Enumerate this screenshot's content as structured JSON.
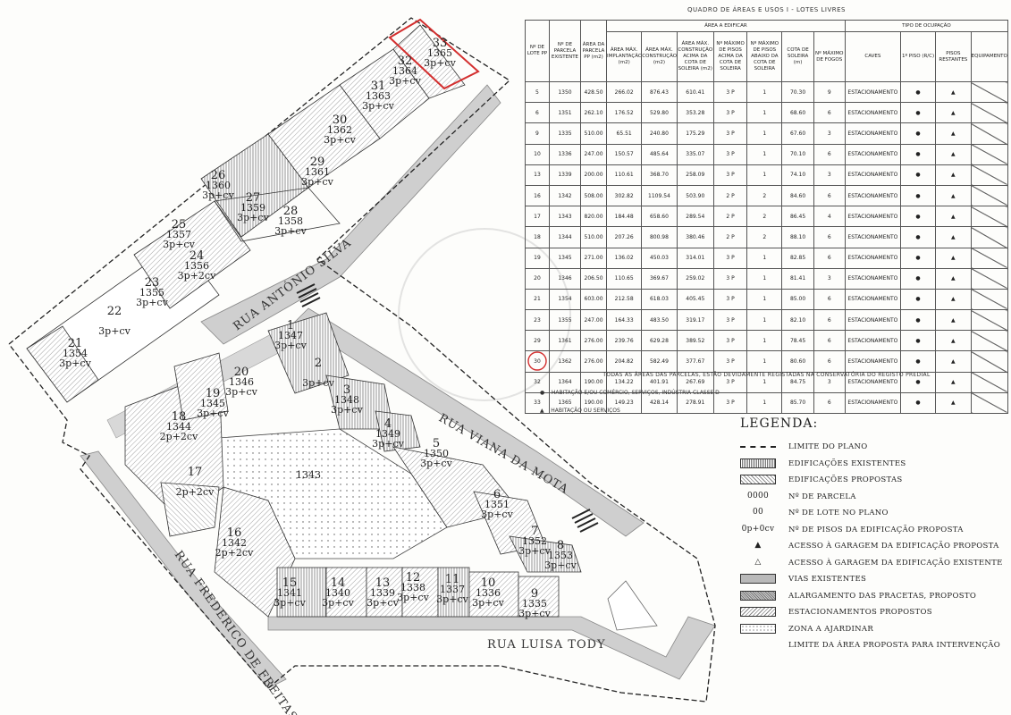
{
  "table": {
    "title": "QUADRO DE ÁREAS E USOS I - LOTES LIVRES",
    "headers": {
      "lote": "Nº DE LOTE PP",
      "parcela": "Nº DE PARCELA EXISTENTE",
      "area_parcela": "ÁREA DA PARCELA PP (m2)",
      "area_edificar": "ÁREA A EDIFICAR",
      "area_implantacao": "ÁREA MÁX. IMPLANTAÇÃO (m2)",
      "area_construcao": "ÁREA MÁX. CONSTRUÇÃO (m2)",
      "area_acima": "ÁREA MÁX. CONSTRUÇÃO ACIMA DA COTA DE SOLEIRA (m2)",
      "pisos_acima": "Nº MÁXIMO DE PISOS ACIMA DA COTA DE SOLEIRA",
      "pisos_abaixo": "Nº MÁXIMO DE PISOS ABAIXO DA COTA DE SOLEIRA",
      "cota": "COTA DE SOLEIRA (m)",
      "fogos": "Nº MÁXIMO DE FOGOS",
      "tipo": "TIPO DE OCUPAÇÃO",
      "caves": "CAVES",
      "piso1": "1º PISO (R/C)",
      "restantes": "PISOS RESTANTES",
      "equipamento": "EQUIPAMENTO"
    },
    "rows": [
      [
        "5",
        "1350",
        "428.50",
        "266.02",
        "876.43",
        "610.41",
        "3 P",
        "1",
        "70.30",
        "9",
        "ESTACIONAMENTO"
      ],
      [
        "6",
        "1351",
        "262.10",
        "176.52",
        "529.80",
        "353.28",
        "3 P",
        "1",
        "68.60",
        "6",
        "ESTACIONAMENTO"
      ],
      [
        "9",
        "1335",
        "510.00",
        "65.51",
        "240.80",
        "175.29",
        "3 P",
        "1",
        "67.60",
        "3",
        "ESTACIONAMENTO"
      ],
      [
        "10",
        "1336",
        "247.00",
        "150.57",
        "485.64",
        "335.07",
        "3 P",
        "1",
        "70.10",
        "6",
        "ESTACIONAMENTO"
      ],
      [
        "13",
        "1339",
        "200.00",
        "110.61",
        "368.70",
        "258.09",
        "3 P",
        "1",
        "74.10",
        "3",
        "ESTACIONAMENTO"
      ],
      [
        "16",
        "1342",
        "508.00",
        "302.82",
        "1109.54",
        "503.90",
        "2 P",
        "2",
        "84.60",
        "6",
        "ESTACIONAMENTO"
      ],
      [
        "17",
        "1343",
        "820.00",
        "184.48",
        "658.60",
        "289.54",
        "2 P",
        "2",
        "86.45",
        "4",
        "ESTACIONAMENTO"
      ],
      [
        "18",
        "1344",
        "510.00",
        "207.26",
        "800.98",
        "380.46",
        "2 P",
        "2",
        "88.10",
        "6",
        "ESTACIONAMENTO"
      ],
      [
        "19",
        "1345",
        "271.00",
        "136.02",
        "450.03",
        "314.01",
        "3 P",
        "1",
        "82.85",
        "6",
        "ESTACIONAMENTO"
      ],
      [
        "20",
        "1346",
        "206.50",
        "110.65",
        "369.67",
        "259.02",
        "3 P",
        "1",
        "81.41",
        "3",
        "ESTACIONAMENTO"
      ],
      [
        "21",
        "1354",
        "603.00",
        "212.58",
        "618.03",
        "405.45",
        "3 P",
        "1",
        "85.00",
        "6",
        "ESTACIONAMENTO"
      ],
      [
        "23",
        "1355",
        "247.00",
        "164.33",
        "483.50",
        "319.17",
        "3 P",
        "1",
        "82.10",
        "6",
        "ESTACIONAMENTO"
      ],
      [
        "29",
        "1361",
        "276.00",
        "239.76",
        "629.28",
        "389.52",
        "3 P",
        "1",
        "78.45",
        "6",
        "ESTACIONAMENTO"
      ],
      [
        "30",
        "1362",
        "276.00",
        "204.82",
        "582.49",
        "377.67",
        "3 P",
        "1",
        "80.60",
        "6",
        "ESTACIONAMENTO"
      ],
      [
        "32",
        "1364",
        "190.00",
        "134.22",
        "401.91",
        "267.69",
        "3 P",
        "1",
        "84.75",
        "3",
        "ESTACIONAMENTO"
      ],
      [
        "33",
        "1365",
        "190.00",
        "149.23",
        "428.14",
        "278.91",
        "3 P",
        "1",
        "85.70",
        "6",
        "ESTACIONAMENTO"
      ]
    ],
    "footer": "TODAS AS ÁREAS DAS PARCELAS, ESTÃO DEVIDAMENTE REGISTADAS NA CONSERVATÓRIA DO REGISTO PREDIAL",
    "note_circle": "HABITAÇÃO E/OU COMÉRCIO, SERVIÇOS, INDÚSTRIA CLASSE D",
    "note_triangle": "HABITAÇÃO OU SERVIÇOS",
    "highlight_color": "#d32f2f"
  },
  "legend": {
    "title": "LEGENDA:",
    "items": [
      {
        "symbol": "",
        "label": "LIMITE DO PLANO"
      },
      {
        "symbol": "",
        "label": "EDIFICAÇÕES EXISTENTES"
      },
      {
        "symbol": "",
        "label": "EDIFICAÇÕES PROPOSTAS"
      },
      {
        "symbol": "0000",
        "label": "Nº DE PARCELA"
      },
      {
        "symbol": "00",
        "label": "Nº DE LOTE NO PLANO"
      },
      {
        "symbol": "0p+0cv",
        "label": "Nº DE PISOS DA EDIFICAÇÃO PROPOSTA"
      },
      {
        "symbol": "▲",
        "label": "ACESSO À GARAGEM DA EDIFICAÇÃO PROPOSTA"
      },
      {
        "symbol": "△",
        "label": "ACESSO À GARAGEM DA EDIFICAÇÃO EXISTENTE"
      },
      {
        "symbol": "",
        "label": "VIAS EXISTENTES"
      },
      {
        "symbol": "",
        "label": "ALARGAMENTO DAS PRACETAS, PROPOSTO"
      },
      {
        "symbol": "",
        "label": "ESTACIONAMENTOS PROPOSTOS"
      },
      {
        "symbol": "",
        "label": "ZONA A AJARDINAR"
      },
      {
        "symbol": "",
        "label": "LIMITE DA ÁREA PROPOSTA PARA INTERVENÇÃO"
      }
    ]
  },
  "plan": {
    "streets": [
      "RUA ANTÓNIO SILVA",
      "RUA VIANA DA MOTA",
      "RUA LUISA TODY",
      "RUA FREDERICO DE FREITAS"
    ],
    "central_parcel": "1343",
    "highlight_color": "#d32f2f",
    "lots": [
      {
        "lot": "33",
        "parcel": "1365",
        "floors": "3p+cv"
      },
      {
        "lot": "32",
        "parcel": "1364",
        "floors": "3p+cv"
      },
      {
        "lot": "31",
        "parcel": "1363",
        "floors": "3p+cv"
      },
      {
        "lot": "30",
        "parcel": "1362",
        "floors": "3p+cv"
      },
      {
        "lot": "29",
        "parcel": "1361",
        "floors": "3p+cv"
      },
      {
        "lot": "28",
        "parcel": "1358",
        "floors": "3p+cv"
      },
      {
        "lot": "27",
        "parcel": "1359",
        "floors": "3p+cv"
      },
      {
        "lot": "26",
        "parcel": "1360",
        "floors": "3p+cv"
      },
      {
        "lot": "25",
        "parcel": "1357",
        "floors": "3p+cv"
      },
      {
        "lot": "24",
        "parcel": "1356",
        "floors": "3p+2cv"
      },
      {
        "lot": "23",
        "parcel": "1355",
        "floors": "3p+cv"
      },
      {
        "lot": "22",
        "parcel": "",
        "floors": "3p+cv"
      },
      {
        "lot": "21",
        "parcel": "1354",
        "floors": "3p+cv"
      },
      {
        "lot": "1",
        "parcel": "1347",
        "floors": "3p+cv"
      },
      {
        "lot": "2",
        "parcel": "",
        "floors": "3p+cv"
      },
      {
        "lot": "3",
        "parcel": "1348",
        "floors": "3p+cv"
      },
      {
        "lot": "4",
        "parcel": "1349",
        "floors": "3p+cv"
      },
      {
        "lot": "5",
        "parcel": "1350",
        "floors": "3p+cv"
      },
      {
        "lot": "6",
        "parcel": "1351",
        "floors": "3p+cv"
      },
      {
        "lot": "7",
        "parcel": "1352",
        "floors": "3p+cv"
      },
      {
        "lot": "8",
        "parcel": "1353",
        "floors": "3p+cv"
      },
      {
        "lot": "20",
        "parcel": "1346",
        "floors": "3p+cv"
      },
      {
        "lot": "19",
        "parcel": "1345",
        "floors": "3p+cv"
      },
      {
        "lot": "18",
        "parcel": "1344",
        "floors": "2p+2cv"
      },
      {
        "lot": "17",
        "parcel": "",
        "floors": "2p+2cv"
      },
      {
        "lot": "16",
        "parcel": "1342",
        "floors": "2p+2cv"
      },
      {
        "lot": "15",
        "parcel": "1341",
        "floors": "3p+cv"
      },
      {
        "lot": "14",
        "parcel": "1340",
        "floors": "3p+cv"
      },
      {
        "lot": "13",
        "parcel": "1339",
        "floors": "3p+cv"
      },
      {
        "lot": "12",
        "parcel": "1338",
        "floors": "3p+cv"
      },
      {
        "lot": "11",
        "parcel": "1337",
        "floors": "3p+cv"
      },
      {
        "lot": "10",
        "parcel": "1336",
        "floors": "3p+cv"
      },
      {
        "lot": "9",
        "parcel": "1335",
        "floors": "3p+cv"
      }
    ]
  }
}
